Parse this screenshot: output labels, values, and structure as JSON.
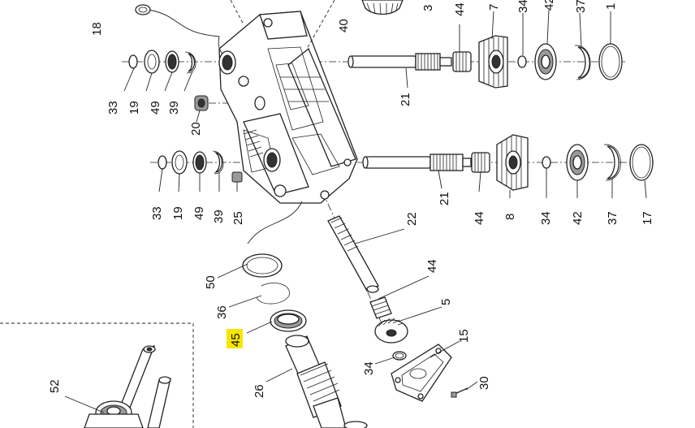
{
  "diagram": {
    "highlight_color": "#f7e600",
    "callouts": {
      "c18": "18",
      "c40": "40",
      "c3": "3",
      "c44_top": "44",
      "c7": "7",
      "c34_top": "34",
      "c42_top": "42",
      "c37_top": "37",
      "c1_top": "1",
      "c33_top": "33",
      "c19_top": "19",
      "c49_top": "49",
      "c39_top": "39",
      "c21_top": "21",
      "c20": "20",
      "c33_mid": "33",
      "c19_mid": "19",
      "c49_mid": "49",
      "c39_mid": "39",
      "c25": "25",
      "c21_mid": "21",
      "c44_mid": "44",
      "c8": "8",
      "c34_mid": "34",
      "c42_mid": "42",
      "c37_mid": "37",
      "c17": "17",
      "c22": "22",
      "c50": "50",
      "c36": "36",
      "c45": "45",
      "c44_low": "44",
      "c5": "5",
      "c15": "15",
      "c34_low": "34",
      "c30": "30",
      "c26": "26",
      "c52": "52"
    }
  }
}
